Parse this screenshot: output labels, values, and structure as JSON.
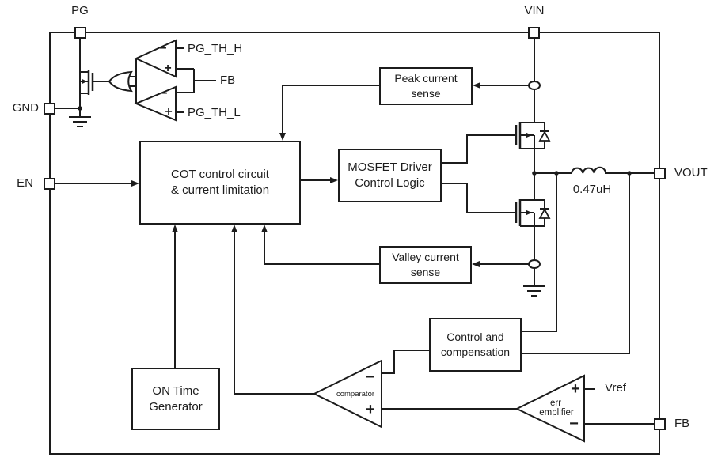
{
  "pins": {
    "pg": {
      "label": "PG"
    },
    "vin": {
      "label": "VIN"
    },
    "gnd": {
      "label": "GND"
    },
    "en": {
      "label": "EN"
    },
    "vout": {
      "label": "VOUT"
    },
    "fb": {
      "label": "FB"
    }
  },
  "blocks": {
    "peak_current_sense": {
      "line1": "Peak current",
      "line2": "sense"
    },
    "cot_control": {
      "line1": "COT control circuit",
      "line2": "& current limitation"
    },
    "mosfet_driver": {
      "line1": "MOSFET Driver",
      "line2": "Control Logic"
    },
    "valley_current_sense": {
      "line1": "Valley current",
      "line2": "sense"
    },
    "control_compensation": {
      "line1": "Control and",
      "line2": "compensation"
    },
    "on_time_generator": {
      "line1": "ON Time",
      "line2": "Generator"
    }
  },
  "signals": {
    "pg_th_h": "PG_TH_H",
    "fb_internal": "FB",
    "pg_th_l": "PG_TH_L",
    "vref": "Vref"
  },
  "amplifiers": {
    "comparator": {
      "label": "comparator"
    },
    "error_amplifier": {
      "line1": "err",
      "line2": "emplifier"
    }
  },
  "components": {
    "inductor_value": "0.47uH"
  },
  "symbols": {
    "plus": "+",
    "minus": "−"
  },
  "colors": {
    "line": "#1c1c1c",
    "background": "#ffffff"
  }
}
